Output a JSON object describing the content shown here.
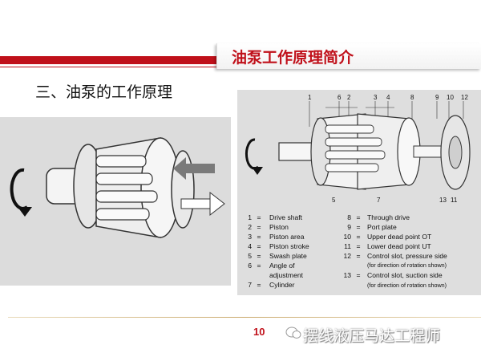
{
  "header": {
    "title": "油泵工作原理简介"
  },
  "section": {
    "heading": "三、油泵的工作原理"
  },
  "diagram_labels": {
    "top": [
      "1",
      "6",
      "2",
      "3",
      "4",
      "8",
      "9",
      "10",
      "12"
    ],
    "bottom": [
      "5",
      "7",
      "13",
      "11"
    ]
  },
  "legend": {
    "left": [
      {
        "num": "1",
        "eq": "=",
        "text": "Drive shaft"
      },
      {
        "num": "2",
        "eq": "=",
        "text": "Piston"
      },
      {
        "num": "3",
        "eq": "=",
        "text": "Piston area"
      },
      {
        "num": "4",
        "eq": "=",
        "text": "Piston stroke"
      },
      {
        "num": "5",
        "eq": "=",
        "text": "Swash plate"
      },
      {
        "num": "6",
        "eq": "=",
        "text": "Angle of",
        "text2": "adjustment"
      },
      {
        "num": "7",
        "eq": "=",
        "text": "Cylinder"
      }
    ],
    "right": [
      {
        "num": "8",
        "eq": "=",
        "text": "Through drive"
      },
      {
        "num": "9",
        "eq": "=",
        "text": "Port plate"
      },
      {
        "num": "10",
        "eq": "=",
        "text": "Upper dead point OT"
      },
      {
        "num": "11",
        "eq": "=",
        "text": "Lower dead point UT"
      },
      {
        "num": "12",
        "eq": "=",
        "text": "Control slot, pressure side",
        "sub": "(for direction of rotation shown)"
      },
      {
        "num": "13",
        "eq": "=",
        "text": "Control slot, suction side",
        "sub": "(for direction of rotation shown)"
      }
    ]
  },
  "footer": {
    "page_number": "10",
    "watermark": "摆线液压马达工程师"
  },
  "colors": {
    "accent": "#c0101a",
    "panel": "#dcdcdc"
  }
}
